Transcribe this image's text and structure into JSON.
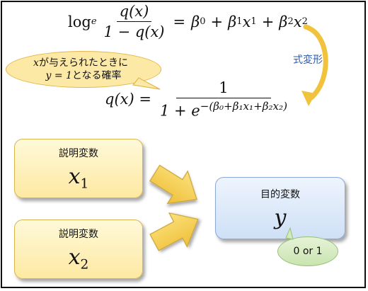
{
  "equation_top": {
    "log": "log",
    "log_base": "e",
    "frac_num": "q(x)",
    "frac_den": "1 − q(x)",
    "rhs_eq": "=",
    "b0": "β",
    "b0_sub": "0",
    "plus1": "+",
    "b1": "β",
    "b1_sub": "1",
    "x1": "x",
    "x1_sub": "1",
    "plus2": "+",
    "b2": "β",
    "b2_sub": "2",
    "x2": "x",
    "x2_sub": "2"
  },
  "callout": {
    "line1_var": "x",
    "line1_text": "が与えられたときに",
    "line2_eq": "y = 1",
    "line2_text": "となる確率"
  },
  "transform_label": "式変形",
  "equation_bottom": {
    "lhs": "q(x) =",
    "num": "1",
    "den_base": "1 + e",
    "den_exp": "−(β₀+β₁x₁+β₂x₂)"
  },
  "boxes": {
    "x1": {
      "label": "説明変数",
      "var": "x",
      "sub": "1"
    },
    "x2": {
      "label": "説明変数",
      "var": "x",
      "sub": "2"
    },
    "y": {
      "label": "目的変数",
      "var": "y"
    }
  },
  "badge": "0 or 1",
  "colors": {
    "yellow_fill": "#fde9a2",
    "blue_fill": "#cfe0f6",
    "green_fill": "#c9e4b0",
    "transform_blue": "#2e5aa8",
    "arrow_fill": "#f3c94a"
  }
}
